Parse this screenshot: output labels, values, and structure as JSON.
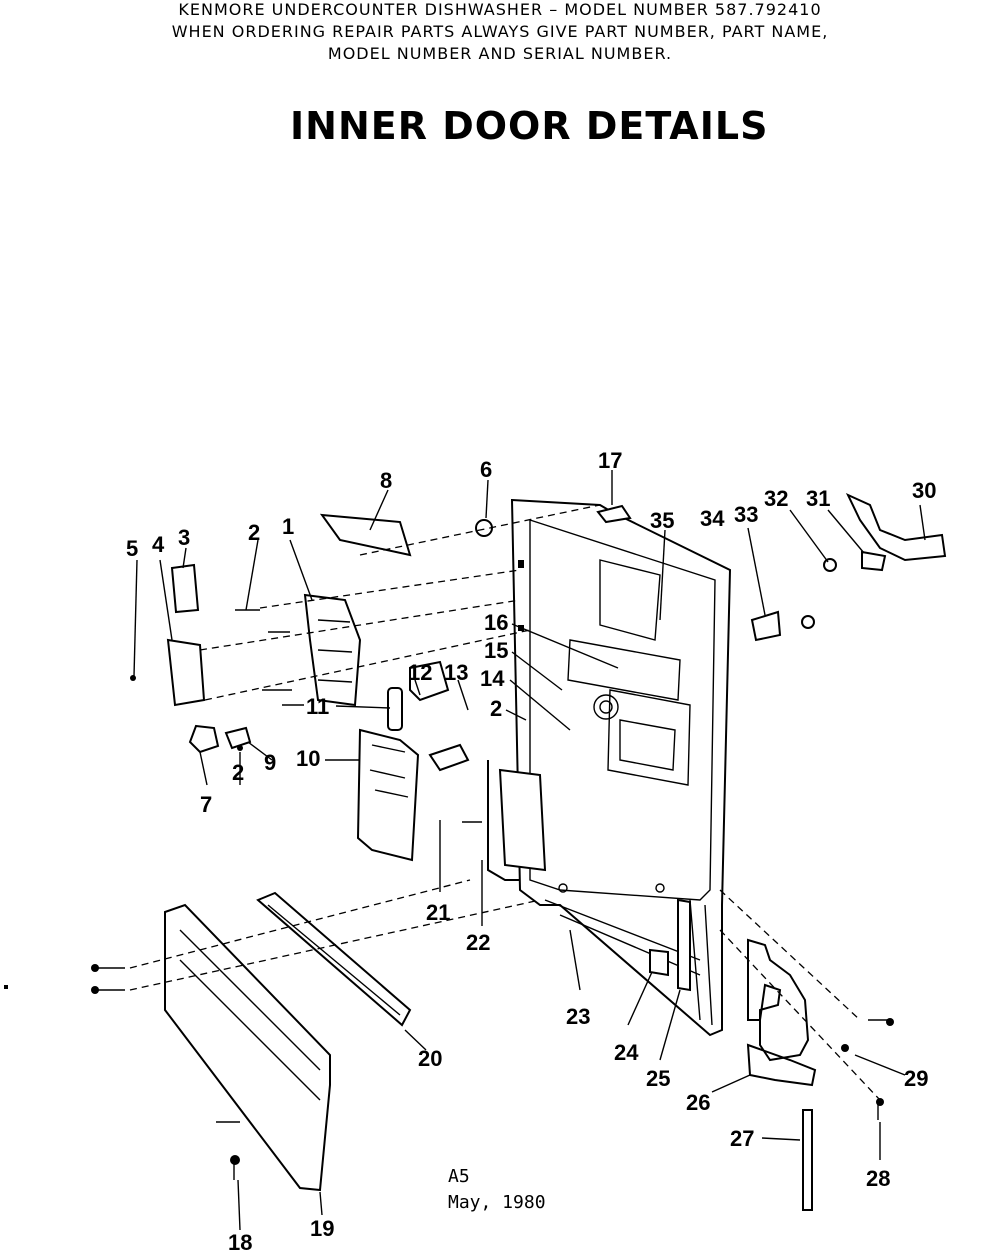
{
  "header": {
    "line1": "KENMORE UNDERCOUNTER DISHWASHER – MODEL NUMBER 587.792410",
    "line2": "WHEN ORDERING REPAIR PARTS ALWAYS GIVE PART NUMBER, PART NAME,",
    "line3": "MODEL NUMBER AND SERIAL NUMBER."
  },
  "title": "INNER DOOR DETAILS",
  "callouts": {
    "c1": "1",
    "c2a": "2",
    "c2b": "2",
    "c2c": "2",
    "c3": "3",
    "c4": "4",
    "c5": "5",
    "c6": "6",
    "c7": "7",
    "c8": "8",
    "c9": "9",
    "c10": "10",
    "c11": "11",
    "c12": "12",
    "c13": "13",
    "c14": "14",
    "c15": "15",
    "c16": "16",
    "c17": "17",
    "c18": "18",
    "c19": "19",
    "c20": "20",
    "c21": "21",
    "c22": "22",
    "c23": "23",
    "c24": "24",
    "c25": "25",
    "c26": "26",
    "c27": "27",
    "c28": "28",
    "c29": "29",
    "c30": "30",
    "c31": "31",
    "c32": "32",
    "c33": "33",
    "c34": "34",
    "c35": "35"
  },
  "footer": {
    "code": "A5",
    "date": "May, 1980"
  }
}
